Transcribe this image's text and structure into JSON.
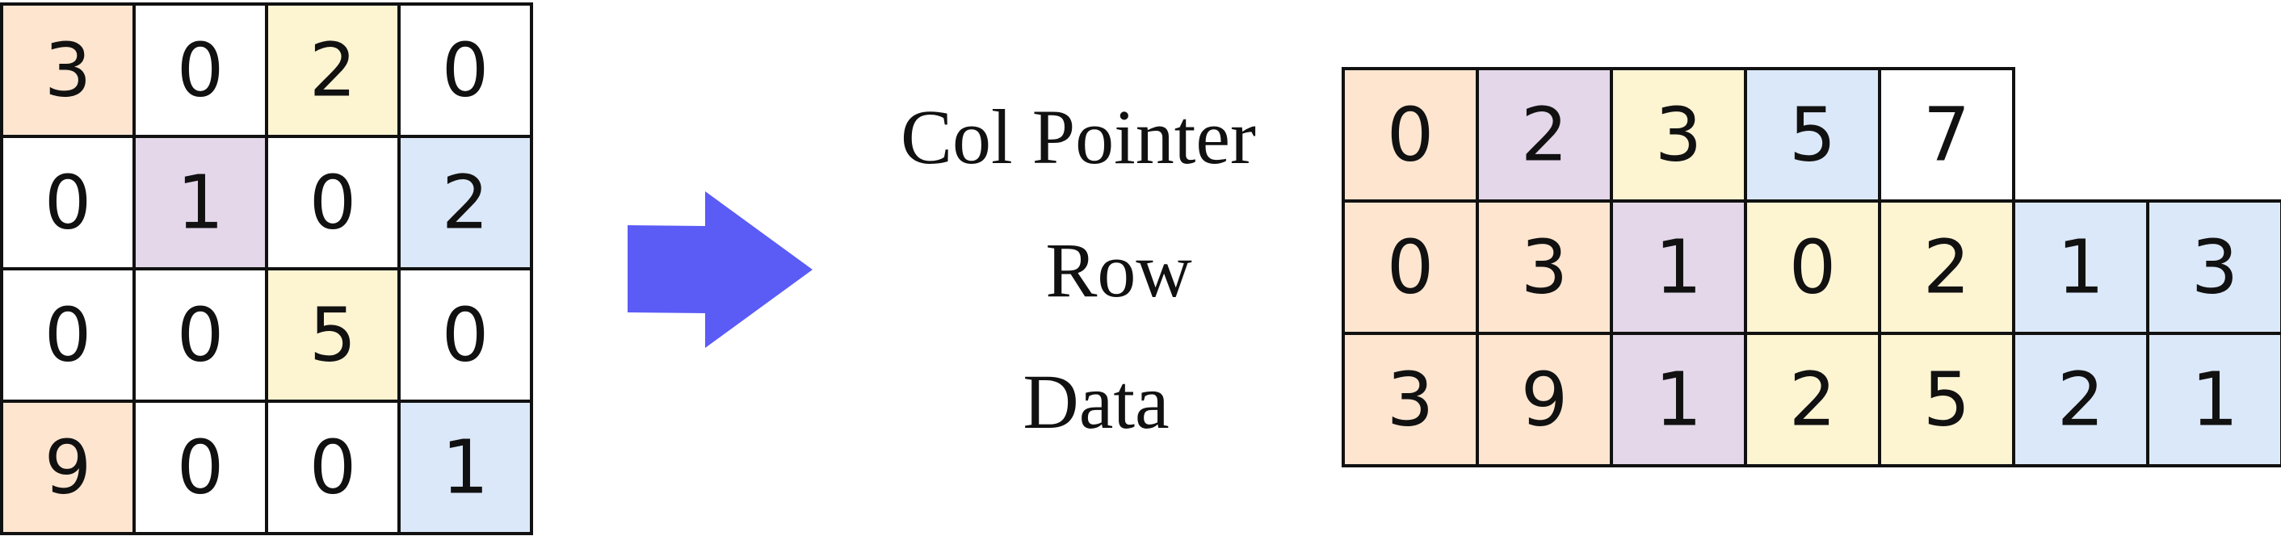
{
  "colors": {
    "col0": "#fde5cf",
    "col1": "#e3d7e9",
    "col2": "#fdf4d2",
    "col3": "#dbe8f9",
    "zero": "#ffffff",
    "arrow": "#5b5bf6",
    "stroke": "#111111"
  },
  "matrix": {
    "rows": [
      [
        "3",
        "0",
        "2",
        "0"
      ],
      [
        "0",
        "1",
        "0",
        "2"
      ],
      [
        "0",
        "0",
        "5",
        "0"
      ],
      [
        "9",
        "0",
        "0",
        "1"
      ]
    ],
    "cell_colors": [
      [
        "col0",
        "zero",
        "col2",
        "zero"
      ],
      [
        "zero",
        "col1",
        "zero",
        "col3"
      ],
      [
        "zero",
        "zero",
        "col2",
        "zero"
      ],
      [
        "col0",
        "zero",
        "zero",
        "col3"
      ]
    ]
  },
  "arrow": {
    "icon": "right-arrow-icon"
  },
  "csc": {
    "labels": {
      "col_pointer": "Col Pointer",
      "row": "Row",
      "data": "Data"
    },
    "col_pointer": {
      "values": [
        "0",
        "2",
        "3",
        "5",
        "7"
      ],
      "colors": [
        "col0",
        "col1",
        "col2",
        "col3",
        "zero"
      ]
    },
    "row": {
      "values": [
        "0",
        "3",
        "1",
        "0",
        "2",
        "1",
        "3"
      ],
      "colors": [
        "col0",
        "col0",
        "col1",
        "col2",
        "col2",
        "col3",
        "col3"
      ]
    },
    "data": {
      "values": [
        "3",
        "9",
        "1",
        "2",
        "5",
        "2",
        "1"
      ],
      "colors": [
        "col0",
        "col0",
        "col1",
        "col2",
        "col2",
        "col3",
        "col3"
      ]
    }
  }
}
